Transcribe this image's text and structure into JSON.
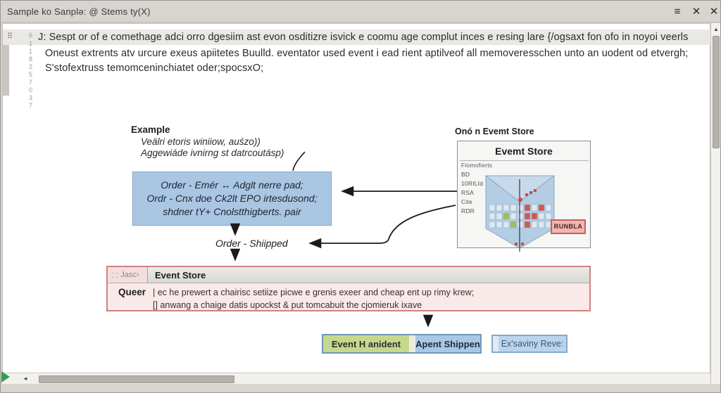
{
  "window": {
    "title": "Sample ko Sanplə: @ Stems ty(X)",
    "controls": {
      "menu": "≡",
      "close_a": "✕",
      "close_b": "✕"
    }
  },
  "icons": {
    "drag_handle": "⠿",
    "up_arrow": "▲",
    "left_arrow": "◄",
    "gear": "⸬"
  },
  "editor": {
    "line_numbers": [
      "6",
      "1",
      "1",
      "8",
      "2",
      "5",
      "7",
      "0",
      "3",
      "7"
    ],
    "lines": [
      "J: Sespt or of e comethage adci orro dgesiim ast evon osditizre isvick e coomu age complut inces e resing lare {/ogsaxt fon ofo in noyoi veerls",
      "Oneust extrents atv urcure exeus apiitetes Buulld. eventator used event i ead rient aptilveof all memoveresschen unto an uodent od etvergh;",
      "S'stofextruss temomceninchiatet oder;spocsxO;"
    ]
  },
  "diagram": {
    "example": {
      "title": "Example",
      "lines": [
        "Veälri etoris winiiow, auśzo))",
        "Aggewiáde ivnirng st datrcoutásp)"
      ]
    },
    "blue_box": {
      "lines": [
        "Order - Emér ↔ Adglt nerre pad;",
        "Ordr - Cnx doe Ck2lt EPO irtesdusond;",
        "shdner tY+ Cnolstthigberts. pair"
      ]
    },
    "order_shipped_label": "Order - Shiipped",
    "event_store_panel": {
      "caption": "Onó n Evemt Store",
      "title": "Evemt Store",
      "fields": [
        "Flomofierts",
        "BD",
        "10RILId",
        "RSA",
        "Cite",
        "RDR"
      ],
      "tag": "RUNBLA"
    },
    "event_store_table": {
      "corner_label": "Jasc›",
      "header": "Event Store",
      "row_label": "Queer",
      "row_lines": [
        "| ec he prewert a chairisc setiize picwe e grenis exeer and cheap ent up rimy krew;",
        "[]   anwang a chaige datis upockst & put tomcabuit the cjomieruk ixave"
      ]
    },
    "buttons": {
      "event_handler": "Event H anident",
      "agent_shipped": "Apent Shippen",
      "review": "Ex'saviny Reve:"
    }
  },
  "colors": {
    "blue_box_fill": "#a9c6e3",
    "funnel_fill": "#b3cde5",
    "pink_fill": "#f9e9e8",
    "pink_border": "#cd8382",
    "green_button": "#c6d88c",
    "blue_button": "#a7c8e6",
    "review_button": "#bad5eb",
    "tag_fill": "#f0b6b2",
    "tag_border": "#c75f5a"
  }
}
